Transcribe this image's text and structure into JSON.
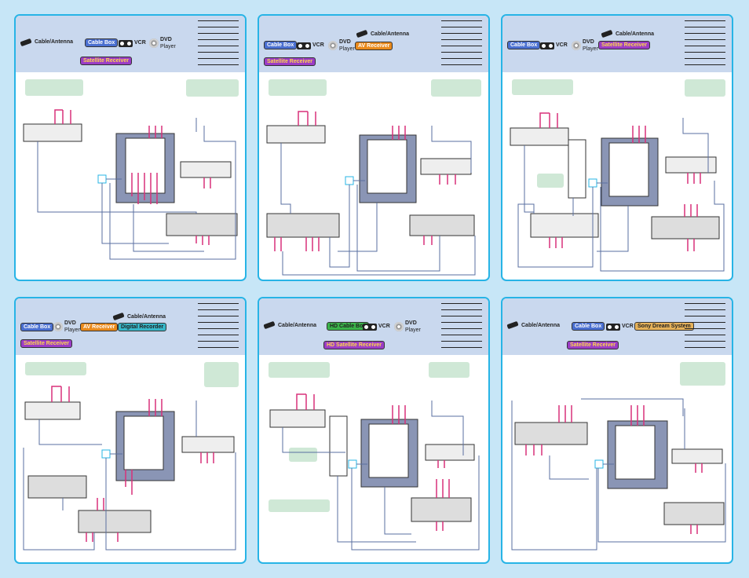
{
  "labels": {
    "cable_antenna": "Cable/Antenna",
    "cable_box": "Cable Box",
    "vcr": "VCR",
    "dvd": "DVD",
    "player": "Player",
    "satellite_receiver": "Satellite Receiver",
    "av_receiver": "AV Receiver",
    "digital_recorder": "Digital Recorder",
    "hd_cable_box": "HD Cable Box",
    "hd_satellite_receiver": "HD Satellite Receiver",
    "sony_dream_system": "Sony Dream System"
  },
  "colors": {
    "background": "#c7e6f7",
    "panel_border": "#27b4e6",
    "header": "#c9d8ee",
    "cable_pink": "#d8317a",
    "cable_gray": "#5a6fa0",
    "note_green": "#cfe8d6"
  }
}
